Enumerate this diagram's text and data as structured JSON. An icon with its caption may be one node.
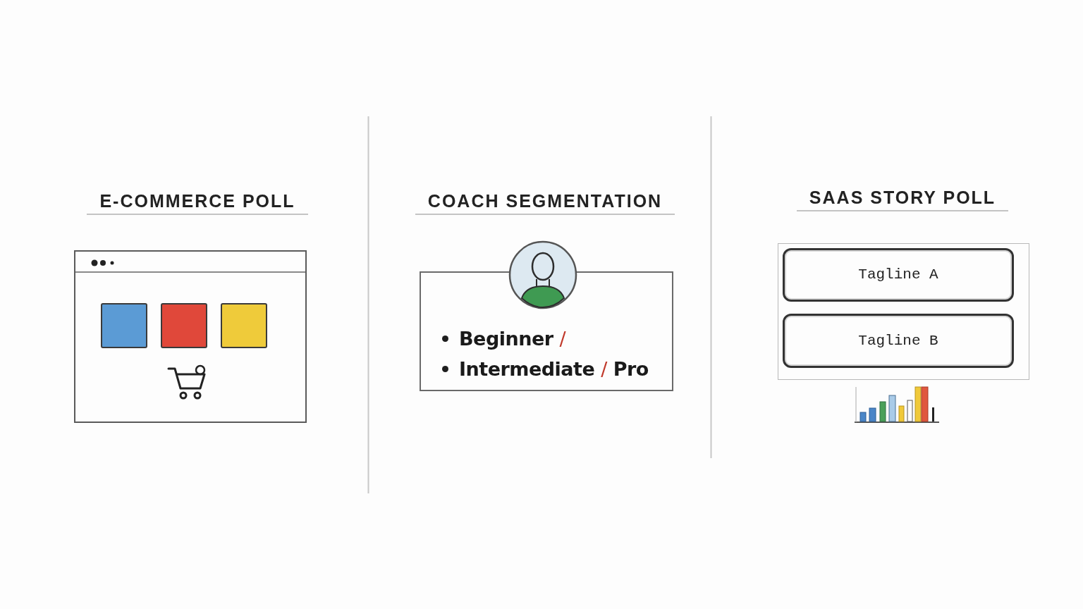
{
  "diagram": {
    "nodes": [
      {
        "text": [
          "E-COMMERCE POLL"
        ]
      },
      {
        "text": [
          "COACH SEGMENTATION",
          "Beginner /",
          "Intermediate / Pro"
        ]
      },
      {
        "text": [
          "SAAS STORY POLL"
        ]
      },
      {
        "text": [
          "Tagline A"
        ],
        "in": 2
      },
      {
        "text": [
          "Tagline B"
        ],
        "in": 2
      }
    ]
  }
}
